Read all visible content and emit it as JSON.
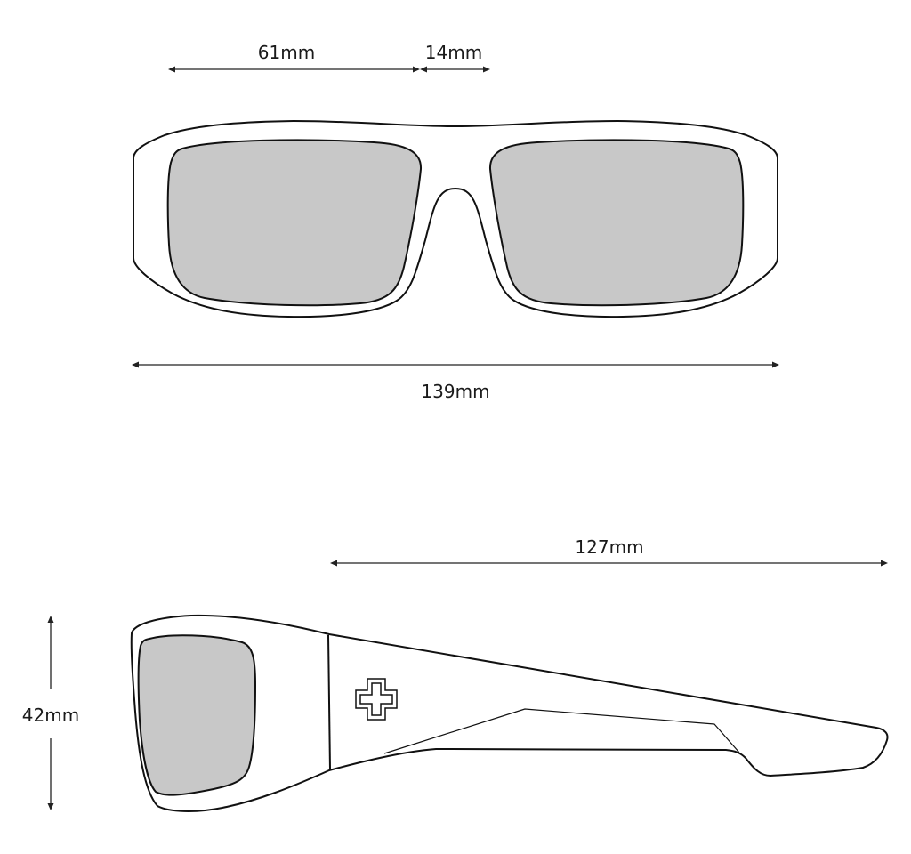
{
  "front_view": {
    "lens_width": "61mm",
    "bridge_width": "14mm",
    "total_width": "139mm"
  },
  "side_view": {
    "temple_length": "127mm",
    "lens_height": "42mm"
  },
  "colors": {
    "lens_fill": "#c8c8c8",
    "outline": "#111111",
    "background": "#ffffff"
  },
  "icons": {
    "logo": "spy-cross-logo-icon"
  }
}
